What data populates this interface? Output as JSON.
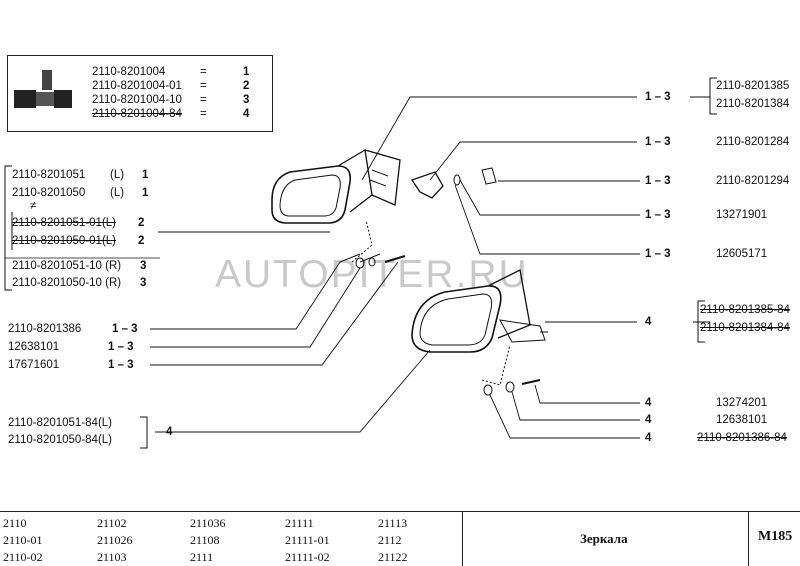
{
  "legend": {
    "rows": [
      {
        "code": "2110-8201004",
        "eq": "=",
        "num": "1"
      },
      {
        "code": "2110-8201004-01",
        "eq": "=",
        "num": "2"
      },
      {
        "code": "2110-8201004-10",
        "eq": "=",
        "num": "3"
      },
      {
        "code": "2110-8201004-84",
        "eq": "=",
        "num": "4"
      }
    ]
  },
  "left_group": {
    "rows": [
      {
        "code": "2110-8201051",
        "side": "(L)",
        "num": "1"
      },
      {
        "code": "2110-8201050",
        "side": "(L)",
        "num": "1"
      },
      {
        "code": "2110-8201051-01(L)",
        "side": "",
        "num": "2"
      },
      {
        "code": "2110-8201050-01(L)",
        "side": "",
        "num": "2"
      },
      {
        "code": "2110-8201051-10 (R)",
        "side": "",
        "num": "3"
      },
      {
        "code": "2110-8201050-10 (R)",
        "side": "",
        "num": "3"
      }
    ],
    "mark": "≠"
  },
  "left_parts": [
    {
      "code": "2110-8201386",
      "range": "1 – 3"
    },
    {
      "code": "12638101",
      "range": "1 – 3"
    },
    {
      "code": "17671601",
      "range": "1 – 3"
    }
  ],
  "left_84": {
    "codes": [
      "2110-8201051-84(L)",
      "2110-8201050-84(L)"
    ],
    "num": "4"
  },
  "right_parts": [
    {
      "range": "1 – 3",
      "code": "2110-8201385"
    },
    {
      "range": "",
      "code": "2110-8201384"
    },
    {
      "range": "1 – 3",
      "code": "2110-8201284"
    },
    {
      "range": "1 – 3",
      "code": "2110-8201294"
    },
    {
      "range": "1 – 3",
      "code": "13271901"
    },
    {
      "range": "1 – 3",
      "code": "12605171"
    },
    {
      "range": "4",
      "code": "2110-8201385-84"
    },
    {
      "range": "",
      "code": "2110-8201384-84"
    },
    {
      "range": "4",
      "code": "13274201"
    },
    {
      "range": "4",
      "code": "12638101"
    },
    {
      "range": "4",
      "code": "2110-8201386-84"
    }
  ],
  "watermark": "AUTOPITER.RU",
  "footer": {
    "models": [
      [
        "2110",
        "2110-01",
        "2110-02"
      ],
      [
        "21102",
        "211026",
        "21103"
      ],
      [
        "211036",
        "21108",
        "2111"
      ],
      [
        "21111",
        "21111-01",
        "21111-02"
      ],
      [
        "21113",
        "2112",
        "21122"
      ]
    ],
    "title": "Зеркала",
    "page": "M185"
  }
}
